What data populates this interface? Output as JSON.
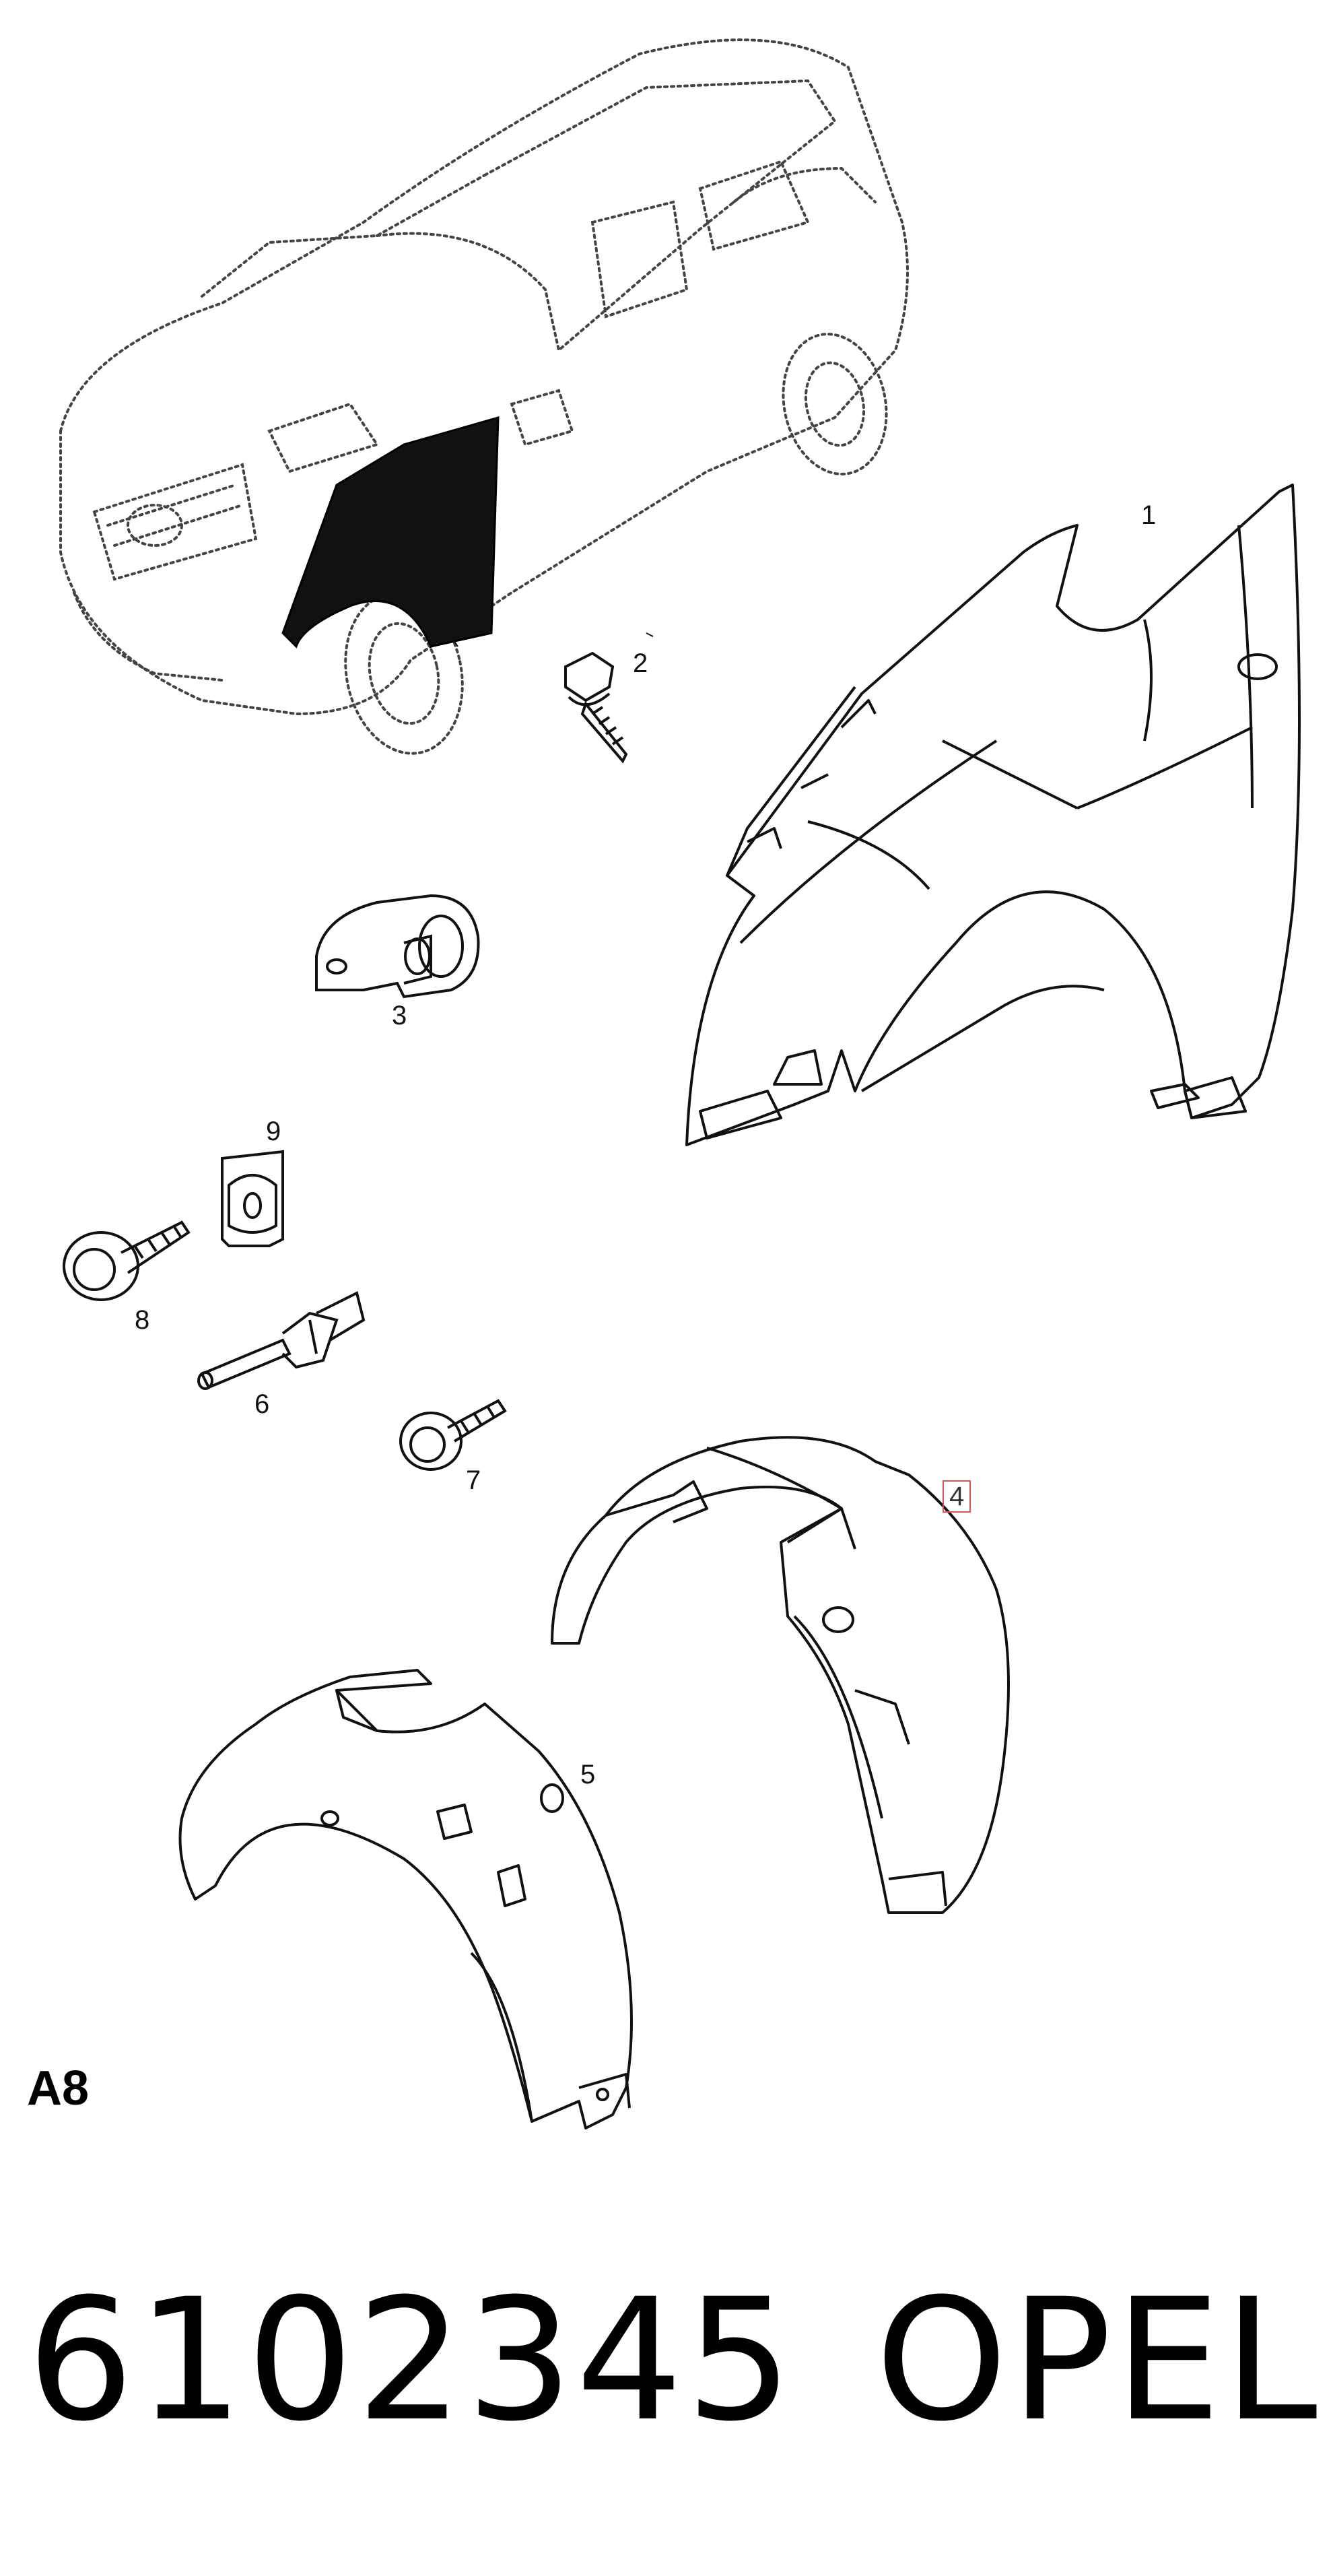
{
  "callouts": [
    {
      "id": "1",
      "label": "1"
    },
    {
      "id": "2",
      "label": "2"
    },
    {
      "id": "3",
      "label": "3"
    },
    {
      "id": "4",
      "label": "4"
    },
    {
      "id": "5",
      "label": "5"
    },
    {
      "id": "6",
      "label": "6"
    },
    {
      "id": "7",
      "label": "7"
    },
    {
      "id": "8",
      "label": "8"
    },
    {
      "id": "9",
      "label": "9"
    }
  ],
  "section_code": "A8",
  "part_number": "6102345",
  "brand": "OPEL"
}
